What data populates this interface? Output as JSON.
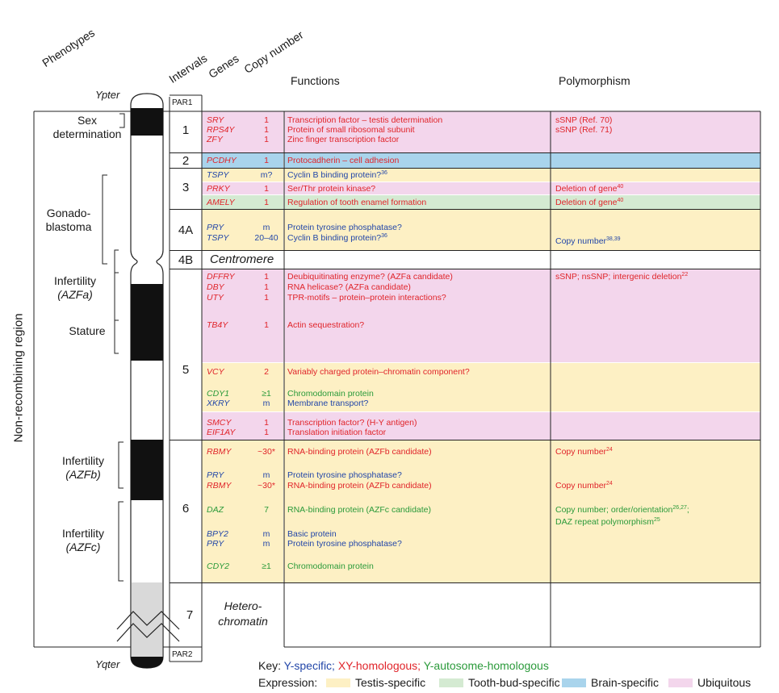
{
  "headers": {
    "phenotypes": "Phenotypes",
    "intervals": "Intervals",
    "genes": "Genes",
    "copy_number": "Copy number",
    "functions": "Functions",
    "polymorphism": "Polymorphism"
  },
  "side_label": "Non-recombining region",
  "chrom_labels": {
    "ypter": "Ypter",
    "yqter": "Yqter",
    "par1": "PAR1",
    "par2": "PAR2"
  },
  "phenotypes": [
    {
      "line1": "Sex",
      "line2": "determination"
    },
    {
      "line1": "Gonado-",
      "line2": "blastoma"
    },
    {
      "line1": "Infertility",
      "line2": "(AZFa)"
    },
    {
      "line1": "Stature",
      "line2": ""
    },
    {
      "line1": "Infertility",
      "line2": "(AZFb)"
    },
    {
      "line1": "Infertility",
      "line2": "(AZFc)"
    }
  ],
  "intervals": [
    "1",
    "2",
    "3",
    "4A",
    "4B",
    "5",
    "6",
    "7"
  ],
  "centromere": "Centromere",
  "heterochromatin": {
    "line1": "Hetero-",
    "line2": "chromatin"
  },
  "rows": [
    {
      "gene": "SRY",
      "copy": "1",
      "func": "Transcription factor – testis determination",
      "poly": "sSNP (Ref. 70)",
      "color": "red"
    },
    {
      "gene": "RPS4Y",
      "copy": "1",
      "func": "Protein of small ribosomal subunit",
      "poly": "sSNP (Ref. 71)",
      "color": "red"
    },
    {
      "gene": "ZFY",
      "copy": "1",
      "func": "Zinc finger transcription factor",
      "poly": "",
      "color": "red"
    },
    {
      "gene": "PCDHY",
      "copy": "1",
      "func": "Protocadherin – cell adhesion",
      "poly": "",
      "color": "red"
    },
    {
      "gene": "TSPY",
      "copy": "m?",
      "func": "Cyclin B binding protein?",
      "func_sup": "36",
      "poly": "",
      "color": "blue"
    },
    {
      "gene": "PRKY",
      "copy": "1",
      "func": "Ser/Thr protein kinase?",
      "poly": "Deletion of gene",
      "poly_sup": "40",
      "color": "red"
    },
    {
      "gene": "AMELY",
      "copy": "1",
      "func": "Regulation of tooth enamel formation",
      "poly": "Deletion of gene",
      "poly_sup": "40",
      "color": "red"
    },
    {
      "gene": "PRY",
      "copy": "m",
      "func": "Protein tyrosine phosphatase?",
      "poly": "",
      "color": "blue"
    },
    {
      "gene": "TSPY",
      "copy": "20–40",
      "func": "Cyclin B binding protein?",
      "func_sup": "36",
      "poly": "Copy number",
      "poly_sup": "38,39",
      "color": "blue"
    },
    {
      "gene": "DFFRY",
      "copy": "1",
      "func": "Deubiquitinating enzyme? (AZFa candidate)",
      "poly": "sSNP; nsSNP; intergenic deletion",
      "poly_sup": "22",
      "color": "red"
    },
    {
      "gene": "DBY",
      "copy": "1",
      "func": "RNA helicase? (AZFa candidate)",
      "poly": "",
      "color": "red"
    },
    {
      "gene": "UTY",
      "copy": "1",
      "func": "TPR-motifs – protein–protein interactions?",
      "poly": "",
      "color": "red"
    },
    {
      "gene": "TB4Y",
      "copy": "1",
      "func": "Actin sequestration?",
      "poly": "",
      "color": "red"
    },
    {
      "gene": "VCY",
      "copy": "2",
      "func": "Variably charged protein–chromatin component?",
      "poly": "",
      "color": "red"
    },
    {
      "gene": "CDY1",
      "copy": "≥1",
      "func": "Chromodomain protein",
      "poly": "",
      "color": "green"
    },
    {
      "gene": "XKRY",
      "copy": "m",
      "func": "Membrane transport?",
      "poly": "",
      "color": "blue"
    },
    {
      "gene": "SMCY",
      "copy": "1",
      "func": "Transcription factor? (H-Y antigen)",
      "poly": "",
      "color": "red"
    },
    {
      "gene": "EIF1AY",
      "copy": "1",
      "func": "Translation initiation factor",
      "poly": "",
      "color": "red"
    },
    {
      "gene": "RBMY",
      "copy": "~30*",
      "func": "RNA-binding protein (AZFb candidate)",
      "poly": "Copy number",
      "poly_sup": "24",
      "color": "red"
    },
    {
      "gene": "PRY",
      "copy": "m",
      "func": "Protein tyrosine phosphatase?",
      "poly": "",
      "color": "blue"
    },
    {
      "gene": "RBMY",
      "copy": "~30*",
      "func": "RNA-binding protein (AZFb candidate)",
      "poly": "Copy number",
      "poly_sup": "24",
      "color": "red"
    },
    {
      "gene": "DAZ",
      "copy": "7",
      "func": "RNA-binding protein (AZFc candidate)",
      "poly": "Copy number; order/orientation",
      "poly_sup": "26,27",
      "poly_tail": ";",
      "poly2": "DAZ repeat polymorphism",
      "poly2_sup": "25",
      "color": "green"
    },
    {
      "gene": "BPY2",
      "copy": "m",
      "func": "Basic protein",
      "poly": "",
      "color": "blue"
    },
    {
      "gene": "PRY",
      "copy": "m",
      "func": "Protein tyrosine phosphatase?",
      "poly": "",
      "color": "blue"
    },
    {
      "gene": "CDY2",
      "copy": "≥1",
      "func": "Chromodomain protein",
      "poly": "",
      "color": "green"
    }
  ],
  "key": {
    "label": "Key:",
    "y_specific": "Y-specific;",
    "xy_homologous": "XY-homologous;",
    "y_autosome": "Y-autosome-homologous",
    "expression_label": "Expression:",
    "testis": "Testis-specific",
    "tooth": "Tooth-bud-specific",
    "brain": "Brain-specific",
    "ubiquitous": "Ubiquitous"
  },
  "colors": {
    "testis": "#fdf0c4",
    "tooth": "#d4ead2",
    "brain": "#a9d4ec",
    "ubiquitous": "#f3d6ec",
    "y_specific": "#2246a8",
    "xy_homologous": "#e0242a",
    "y_autosome": "#2a9a3a"
  }
}
